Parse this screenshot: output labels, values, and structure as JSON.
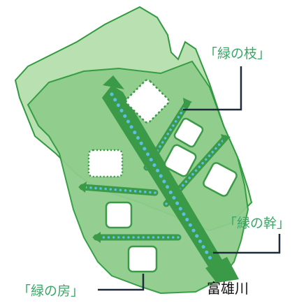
{
  "labels": {
    "branch": "「緑の枝」",
    "trunk": "「緑の幹」",
    "house": "「緑の房」",
    "river": "富雄川"
  },
  "colors": {
    "area_fill": "#b9e0b0",
    "area_stroke": "#2f9a3e",
    "area_dark_fill": "#8fcd8c",
    "trunk": "#3a9a47",
    "trunk_dots": "#5bc0e6",
    "label_green": "#3aa866",
    "leader_line": "#1d2a3a"
  }
}
